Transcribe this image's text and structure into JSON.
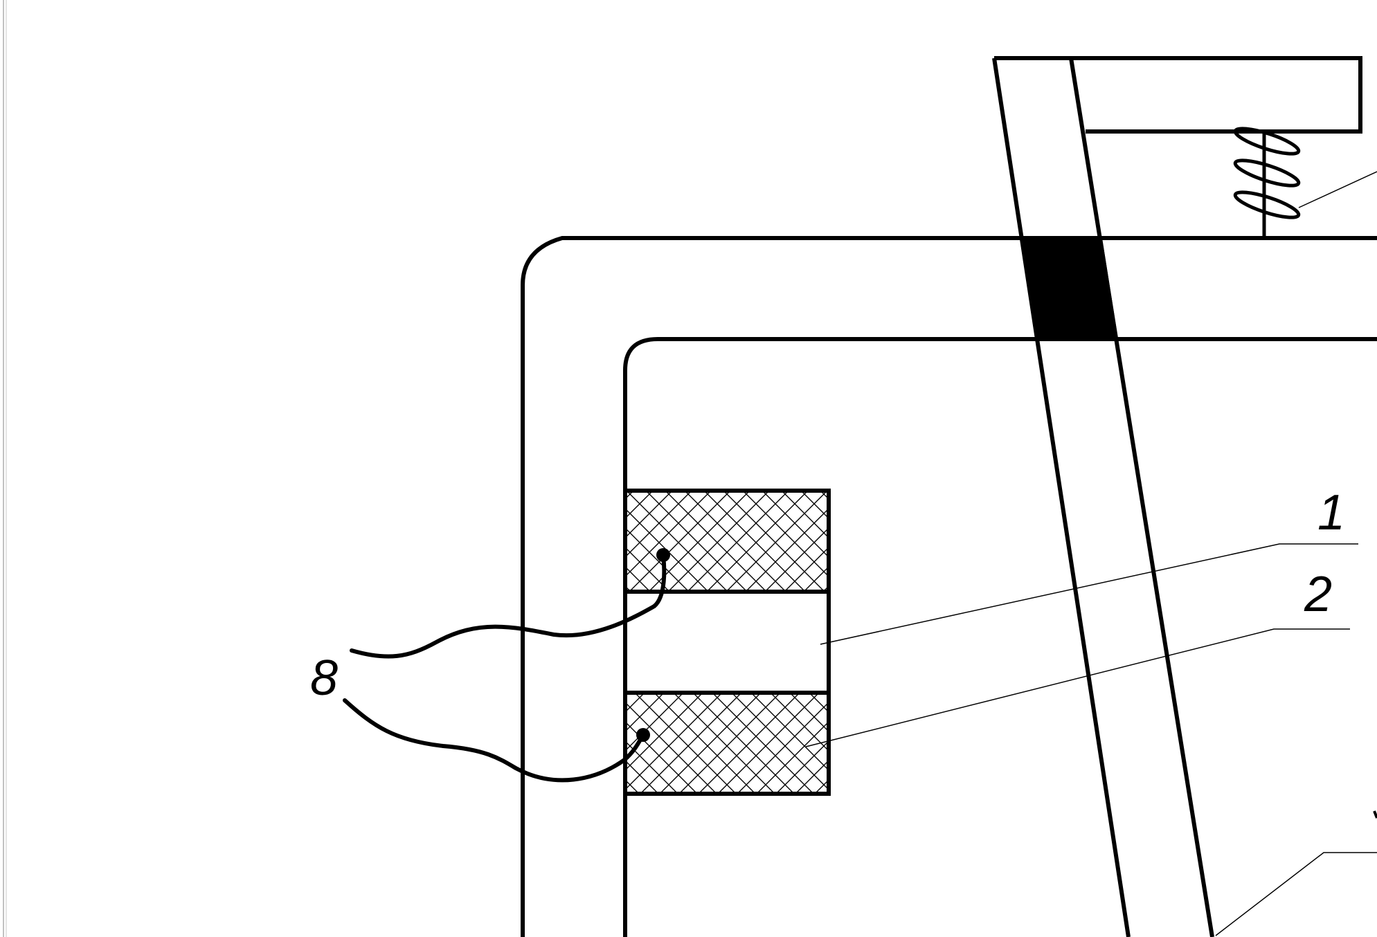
{
  "labels": {
    "callout_1": "1",
    "callout_2": "2",
    "callout_8": "8"
  },
  "colors": {
    "line": "#000000",
    "background": "#ffffff",
    "frame_border": "#9a9a9a"
  }
}
